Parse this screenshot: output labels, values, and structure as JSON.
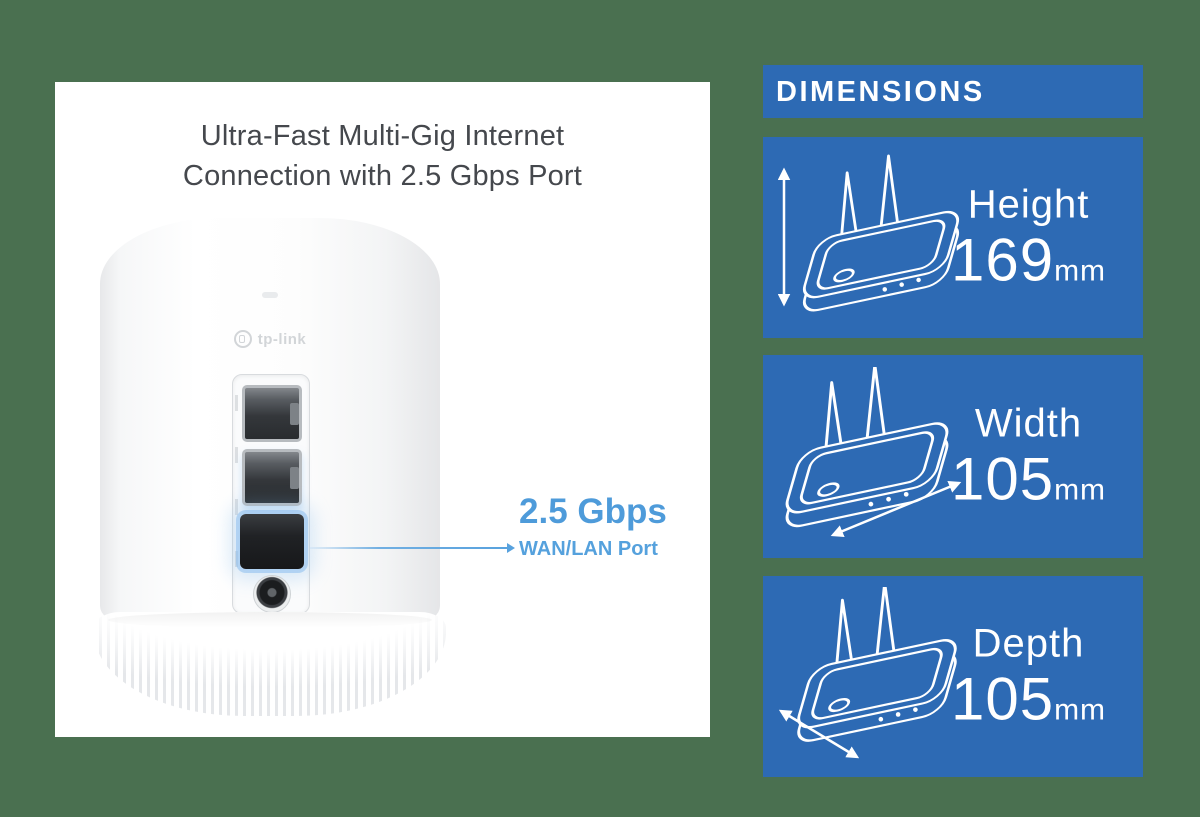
{
  "page": {
    "background_color": "#4A7050"
  },
  "left_panel": {
    "title_line1": "Ultra-Fast Multi-Gig Internet",
    "title_line2": "Connection with 2.5 Gbps Port",
    "device_brand": "tp-link",
    "callout": {
      "speed": "2.5 Gbps",
      "label": "WAN/LAN Port",
      "accent_color": "#4F9CDA"
    }
  },
  "dimensions": {
    "header": "DIMENSIONS",
    "box_color": "#2D6AB4",
    "items": [
      {
        "label": "Height",
        "value": "169",
        "unit": "mm",
        "icon": "router-height-icon"
      },
      {
        "label": "Width",
        "value": "105",
        "unit": "mm",
        "icon": "router-width-icon"
      },
      {
        "label": "Depth",
        "value": "105",
        "unit": "mm",
        "icon": "router-depth-icon"
      }
    ]
  }
}
